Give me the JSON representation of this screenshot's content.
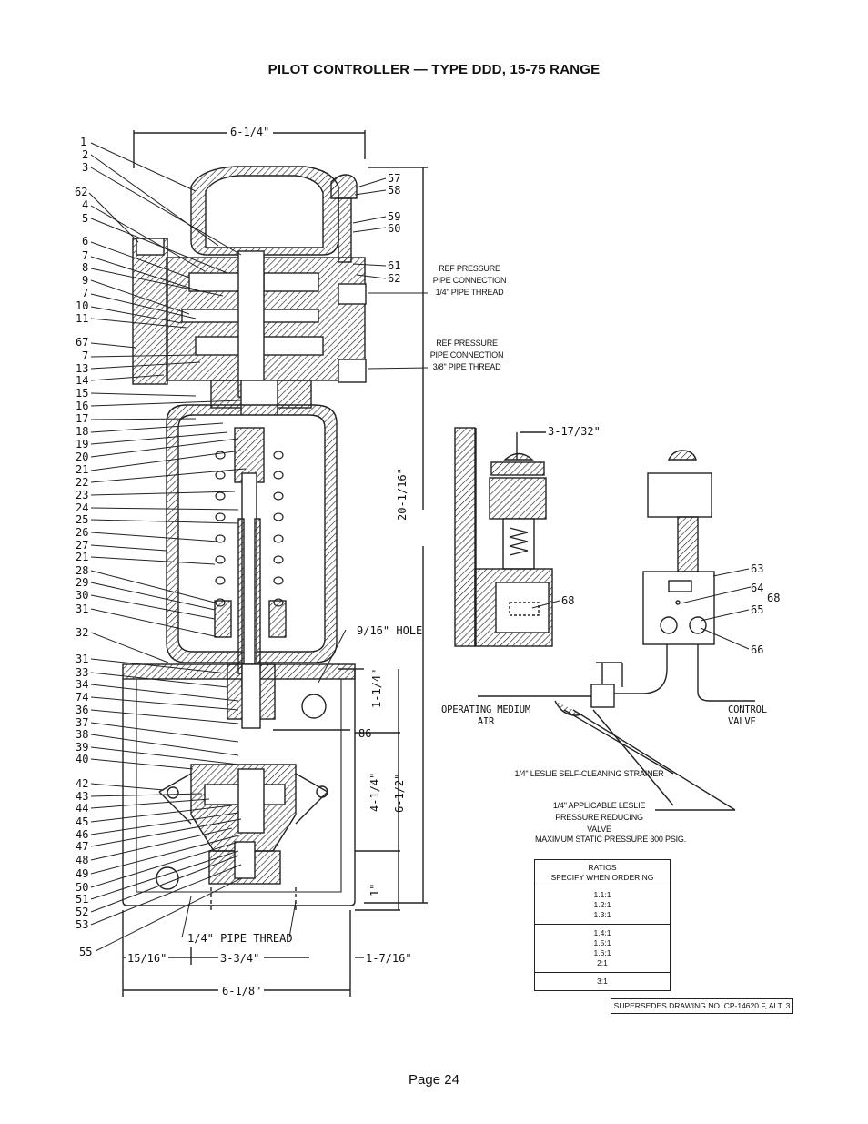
{
  "title": "PILOT CONTROLLER — TYPE DDD, 15-75 RANGE",
  "page_label": "Page 24",
  "callouts_left": [
    "1",
    "2",
    "3",
    "62",
    "4",
    "5",
    "6",
    "7",
    "8",
    "9",
    "7",
    "10",
    "11",
    "67",
    "7",
    "13",
    "14",
    "15",
    "16",
    "17",
    "18",
    "19",
    "20",
    "21",
    "22",
    "23",
    "24",
    "25",
    "26",
    "27",
    "21",
    "28",
    "29",
    "30",
    "31",
    "32",
    "31",
    "33",
    "34",
    "74",
    "36",
    "37",
    "38",
    "39",
    "40",
    "42",
    "43",
    "44",
    "45",
    "46",
    "47",
    "48",
    "49",
    "50",
    "51",
    "52",
    "53",
    "55"
  ],
  "callouts_right": [
    "57",
    "58",
    "59",
    "60",
    "61",
    "62"
  ],
  "callouts_side": [
    "63",
    "64",
    "68",
    "65",
    "66",
    "68",
    "86"
  ],
  "dimensions": {
    "top_width": "6-1/4\"",
    "side_width": "3-17/32\"",
    "height_total": "20-1/16\"",
    "hole": "9/16\" HOLE",
    "dim_1_1_4": "1-1/4\"",
    "dim_4_1_4": "4-1/4\"",
    "dim_6_1_2": "6-1/2\"",
    "dim_1": "1\"",
    "pipe_thread": "1/4\" PIPE THREAD",
    "dim_15_16": "15/16\"",
    "dim_3_3_4": "3-3/4\"",
    "dim_1_7_16": "1-7/16\"",
    "dim_6_1_8": "6-1/8\""
  },
  "notes": {
    "ref_pressure_1": [
      "REF PRESSURE",
      "PIPE CONNECTION",
      "1/4\" PIPE THREAD"
    ],
    "ref_pressure_2": [
      "REF PRESSURE",
      "PIPE CONNECTION",
      "3/8\" PIPE THREAD"
    ],
    "operating_medium": [
      "OPERATING MEDIUM",
      "AIR"
    ],
    "control_valve": [
      "CONTROL",
      "VALVE"
    ],
    "strainer": "1/4\" LESLIE SELF-CLEANING STRAINER",
    "reducing_valve": [
      "1/4\" APPLICABLE LESLIE",
      "PRESSURE REDUCING VALVE"
    ],
    "max_static": "MAXIMUM STATIC PRESSURE 300 PSIG."
  },
  "ratio_table": {
    "header": [
      "RATIOS",
      "SPECIFY WHEN ORDERING"
    ],
    "groups": [
      [
        "1.1:1",
        "1.2:1",
        "1.3:1"
      ],
      [
        "1.4:1",
        "1.5:1",
        "1.6:1",
        "2:1"
      ],
      [
        "3:1"
      ]
    ]
  },
  "supersedes": "SUPERSEDES DRAWING NO. CP-14620 F, ALT. 3"
}
